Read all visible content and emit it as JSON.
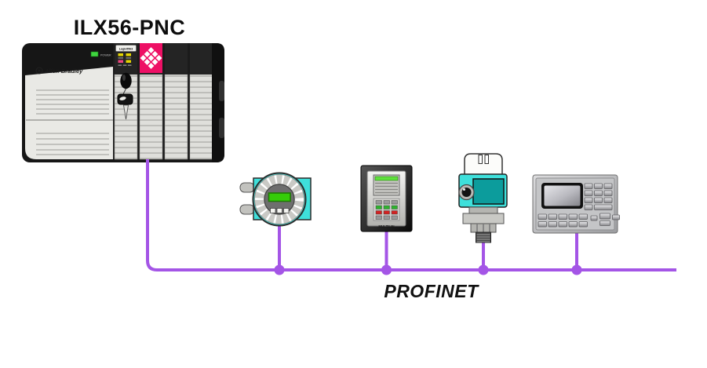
{
  "title": "ILX56-PNC",
  "network": {
    "label": "PROFINET",
    "line_color": "#A455E6"
  },
  "rack": {
    "brand": "Allen-Bradley",
    "power_led_label": "POWER",
    "controller_label": "Logix5563",
    "module_color": "#EE1065",
    "body_color": "#E9E9E5"
  },
  "devices": {
    "flow_transmitter": {
      "name": "flow-transmitter",
      "color": "#3EE0DB",
      "display_color": "#35CC08"
    },
    "protection_relay": {
      "name": "protection-relay",
      "label": "MULTILIN",
      "status_bar_color": "#5FE23C"
    },
    "level_sensor": {
      "name": "level-sensor",
      "color": "#3EE0DB",
      "window_color": "#0C9C9C"
    },
    "hmi_panel": {
      "name": "hmi-panel"
    }
  }
}
